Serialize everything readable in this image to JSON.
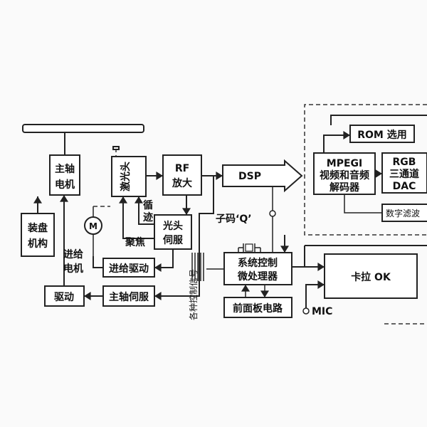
{
  "blocks": {
    "spindle_motor": [
      "主轴",
      "电机"
    ],
    "laser_head": "激光头",
    "rf_amp": [
      "RF",
      "放大"
    ],
    "dsp": "DSP",
    "loader": [
      "装盘",
      "机构"
    ],
    "head_servo": [
      "光头",
      "伺服"
    ],
    "feed_drive": "进给驱动",
    "drive": "驱动",
    "spindle_servo": "主轴伺服",
    "system_control": [
      "系统控制",
      "微处理器"
    ],
    "front_panel": "前面板电路",
    "mpeg_decoder": [
      "MPEGI",
      "视频和音频",
      "解码器"
    ],
    "rom": "ROM 选用",
    "rgb_dac": [
      "RGB",
      "三通道",
      "DAC"
    ],
    "digital_filter": "数字滤波",
    "karaoke": "卡拉 OK"
  },
  "labels": {
    "motor_symbol": "M",
    "feed_motor": [
      "进给",
      "电机"
    ],
    "tracking": [
      "循",
      "迹"
    ],
    "focus": "聚焦",
    "subcode": "子码‘Q’",
    "control_signals": "各种控制信号",
    "mic": "MIC"
  }
}
